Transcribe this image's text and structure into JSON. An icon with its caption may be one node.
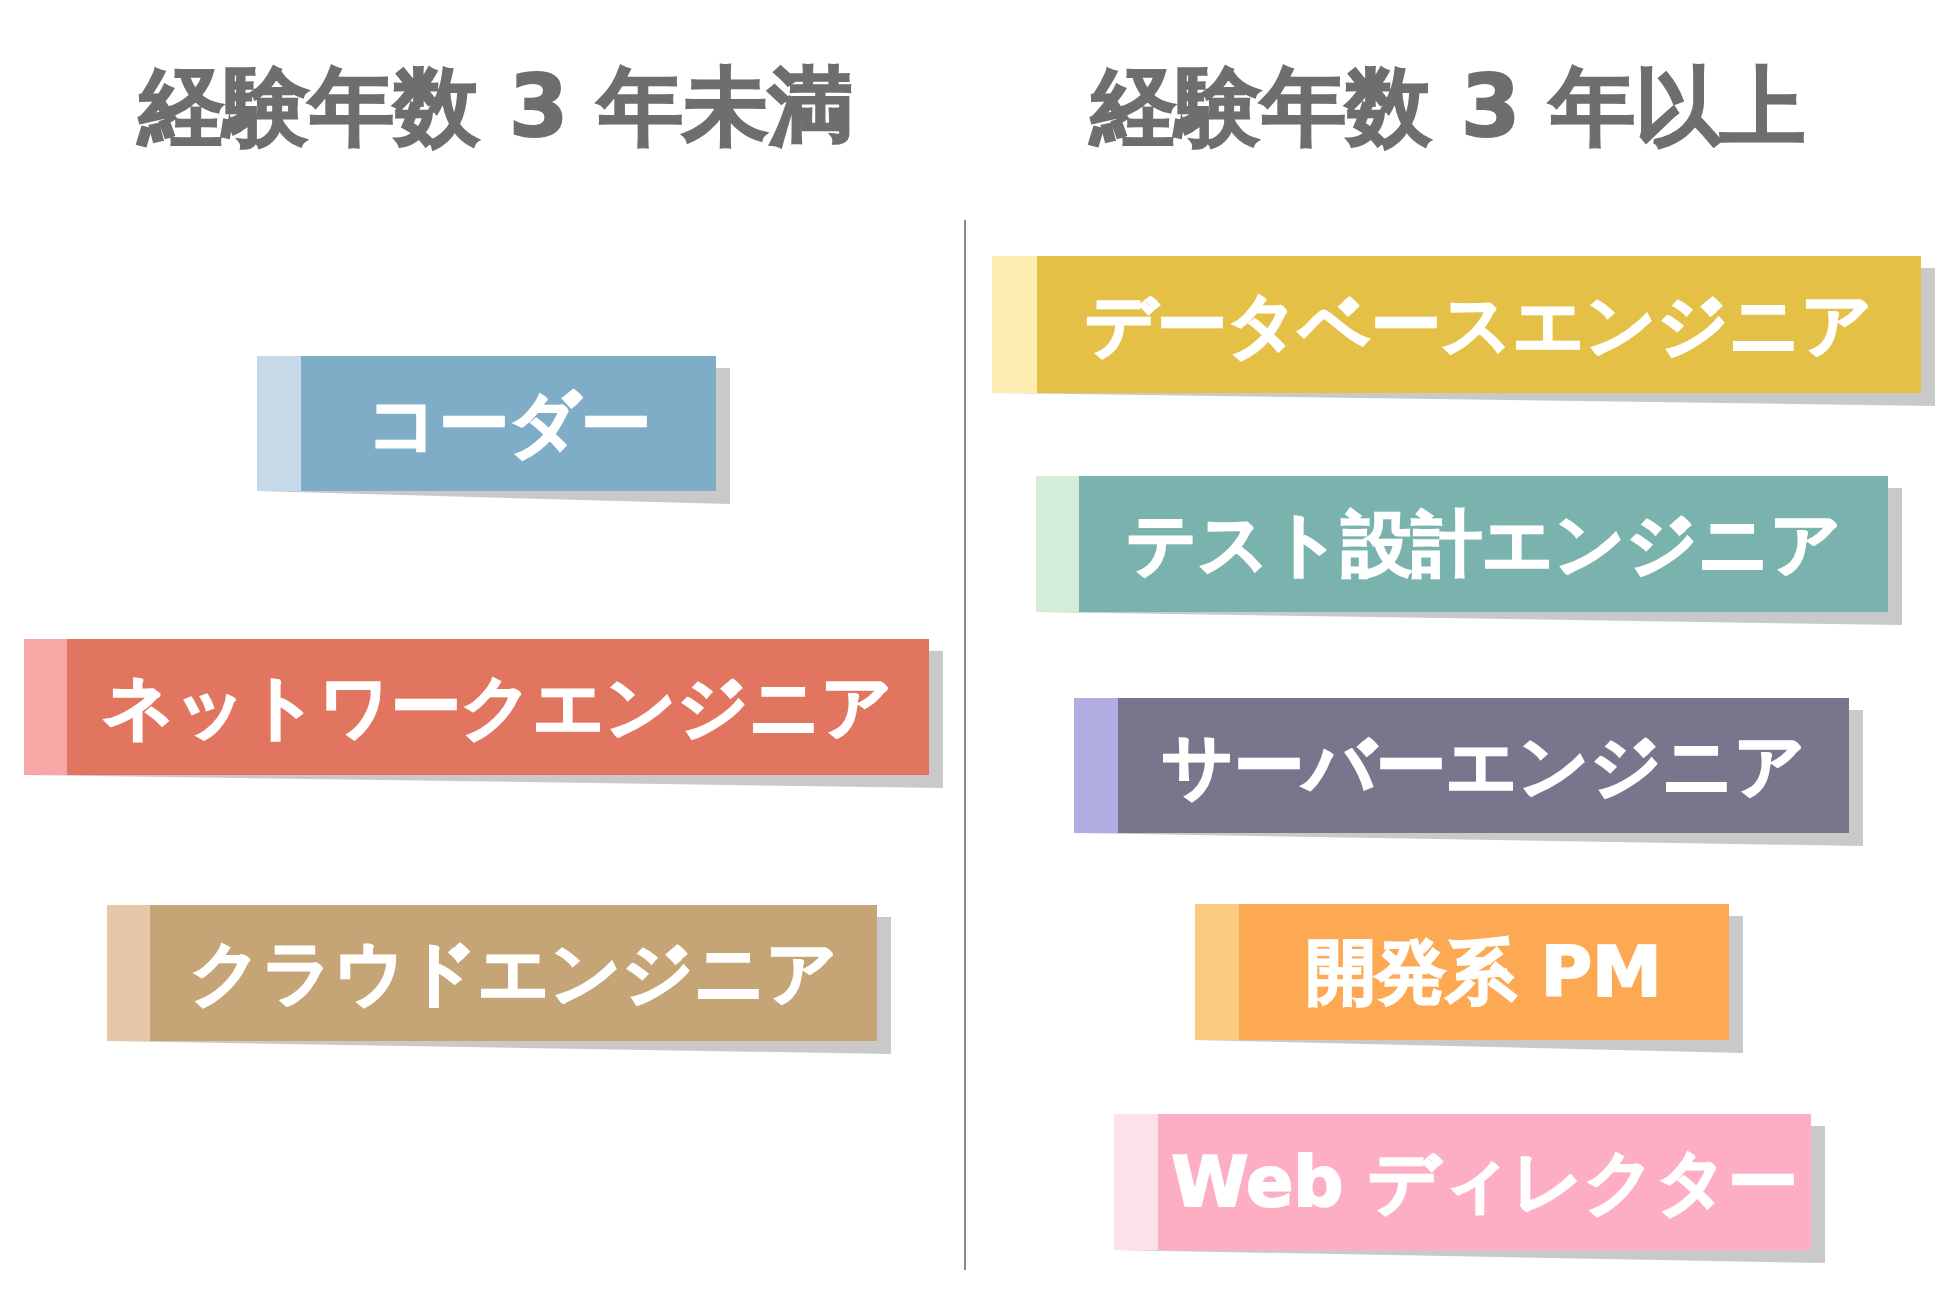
{
  "diagram": {
    "nodes": [
      {
        "text": [
          "コーダー"
        ]
      },
      {
        "text": [
          "ネットワークエンジニア"
        ]
      },
      {
        "text": [
          "クラウドエンジニア"
        ]
      },
      {
        "text": [
          "データベースエンジニア"
        ]
      },
      {
        "text": [
          "テスト設計エンジニア"
        ]
      },
      {
        "text": [
          "サーバーエンジニア"
        ]
      },
      {
        "text": [
          "開発系 PM"
        ]
      },
      {
        "text": [
          "Web ディレクター"
        ]
      }
    ],
    "labels": [
      "経験年数 3 年未満",
      "経験年数 3 年以上"
    ]
  }
}
